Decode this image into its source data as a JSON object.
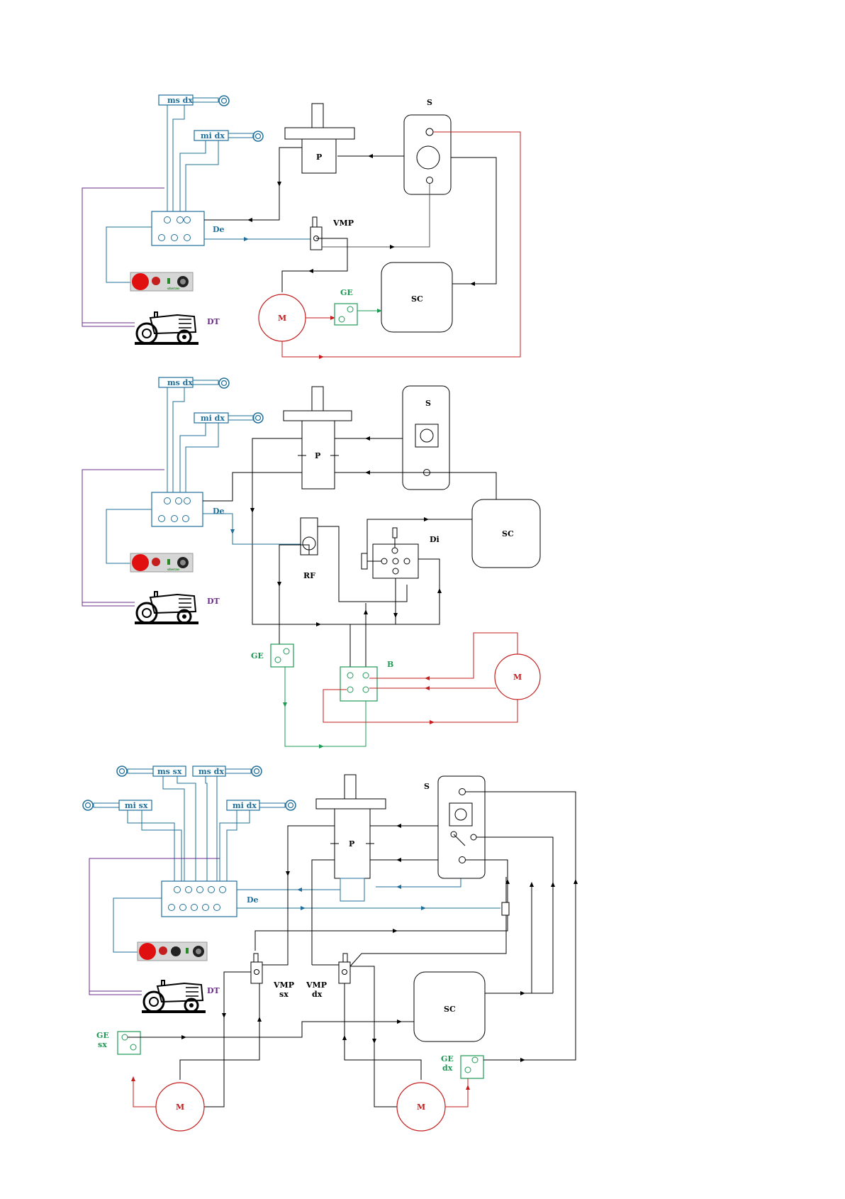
{
  "colors": {
    "hydraulic_blue": "#1f6f9a",
    "electric_red": "#c41e1e",
    "green_line": "#1f9a55",
    "purple_line": "#6a2e8a",
    "black_line": "#000000"
  },
  "icons": [
    "tractor-icon",
    "control-panel-icon",
    "lever-eye-icon",
    "arrow-icon"
  ],
  "diagram1": {
    "ms_dx": "ms dx",
    "mi_dx": "mi dx",
    "P": "P",
    "S": "S",
    "VMP": "VMP",
    "De": "De",
    "GE": "GE",
    "SC": "SC",
    "M": "M",
    "DT": "DT"
  },
  "diagram2": {
    "ms_dx": "ms dx",
    "mi_dx": "mi dx",
    "P": "P",
    "S": "S",
    "SC": "SC",
    "De": "De",
    "RF": "RF",
    "Di": "Di",
    "GE": "GE",
    "B": "B",
    "M": "M",
    "DT": "DT"
  },
  "diagram3": {
    "ms_sx": "ms sx",
    "ms_dx": "ms dx",
    "mi_sx": "mi sx",
    "mi_dx": "mi dx",
    "P": "P",
    "S": "S",
    "De": "De",
    "VMP_sx_1": "VMP",
    "VMP_sx_2": "sx",
    "VMP_dx_1": "VMP",
    "VMP_dx_2": "dx",
    "SC": "SC",
    "GE_sx_1": "GE",
    "GE_sx_2": "sx",
    "GE_dx_1": "GE",
    "GE_dx_2": "dx",
    "M_left": "M",
    "M_right": "M",
    "DT": "DT"
  }
}
